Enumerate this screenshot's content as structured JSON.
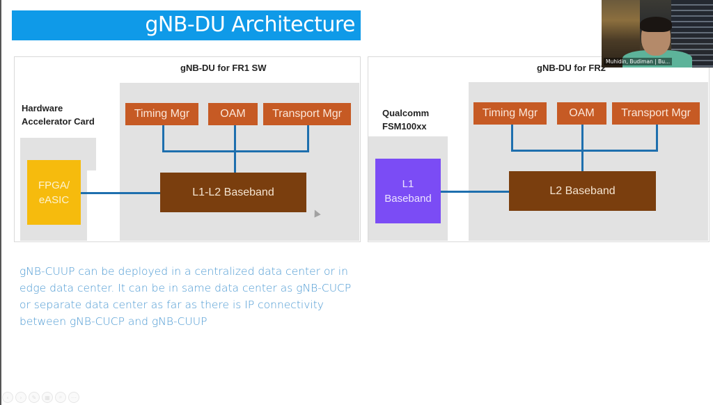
{
  "slide": {
    "title": "gNB-DU Architecture",
    "title_bar_color": "#0f9ae8",
    "panels": [
      {
        "title": "gNB-DU for FR1 SW",
        "hardware_label_line1": "Hardware",
        "hardware_label_line2": "Accelerator Card",
        "modules": [
          "Timing Mgr",
          "OAM",
          "Transport Mgr"
        ],
        "baseband": "L1-L2 Baseband",
        "accelerator_line1": "FPGA/",
        "accelerator_line2": "eASIC",
        "accelerator_color": "#f6bb0d"
      },
      {
        "title": "gNB-DU for FR2",
        "hardware_label_line1": "Qualcomm",
        "hardware_label_line2": "FSM100xx",
        "modules": [
          "Timing Mgr",
          "OAM",
          "Transport Mgr"
        ],
        "baseband": "L2 Baseband",
        "accelerator_line1": "L1",
        "accelerator_line2": "Baseband",
        "accelerator_color": "#7b4cf5"
      }
    ],
    "body_text": "gNB-CUUP can be deployed in a centralized data center or in edge data center. It can be in same data center as gNB-CUCP or separate data center as far as there is IP connectivity between gNB-CUCP and gNB-CUUP",
    "colors": {
      "module": "#c65a24",
      "baseband": "#7a3e0e",
      "connector": "#1e6fae",
      "body_text": "#4d9ad3"
    }
  },
  "webcam": {
    "participant_name": "Muhidin, Budiman | Bu..."
  },
  "presentation_controls": [
    {
      "icon": "previous-icon",
      "glyph": "‹"
    },
    {
      "icon": "next-icon",
      "glyph": "›"
    },
    {
      "icon": "pen-icon",
      "glyph": "✎"
    },
    {
      "icon": "slides-icon",
      "glyph": "▦"
    },
    {
      "icon": "zoom-icon",
      "glyph": "⌕"
    },
    {
      "icon": "more-icon",
      "glyph": "⋯"
    }
  ]
}
